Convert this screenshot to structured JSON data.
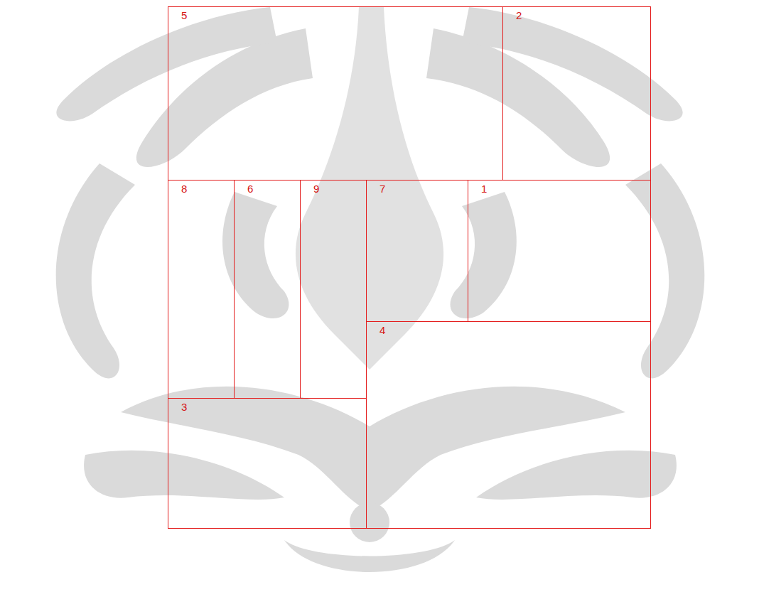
{
  "diagram": {
    "nodes": [
      {
        "text": [
          "5"
        ]
      },
      {
        "text": [
          "2"
        ]
      },
      {
        "text": [
          "8"
        ]
      },
      {
        "text": [
          "6"
        ]
      },
      {
        "text": [
          "9"
        ]
      },
      {
        "text": [
          "7"
        ]
      },
      {
        "text": [
          "1"
        ]
      },
      {
        "text": [
          "4"
        ]
      },
      {
        "text": [
          "3"
        ]
      }
    ]
  }
}
